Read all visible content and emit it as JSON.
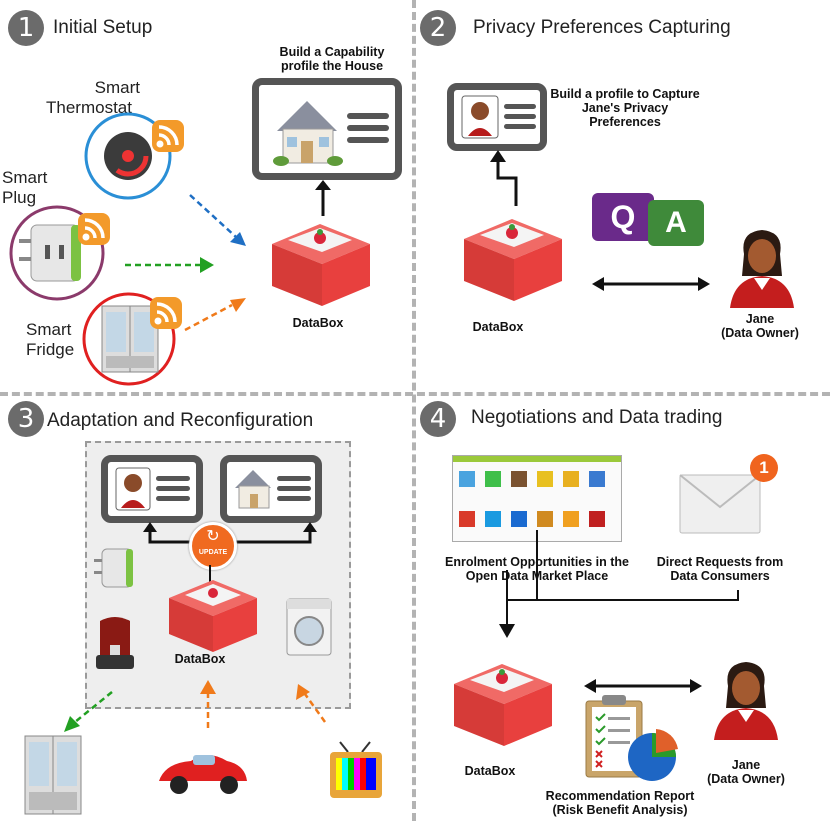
{
  "sections": [
    {
      "number": "1",
      "title": "Initial Setup"
    },
    {
      "number": "2",
      "title": "Privacy Preferences Capturing"
    },
    {
      "number": "3",
      "title": "Adaptation and Reconfiguration"
    },
    {
      "number": "4",
      "title": "Negotiations and Data trading"
    }
  ],
  "s1": {
    "capability_caption": "Build a Capability profile the House",
    "thermostat": "Smart Thermostat",
    "plug": "Smart Plug",
    "fridge": "Smart Fridge",
    "databox": "DataBox"
  },
  "s2": {
    "profile_caption": "Build a profile to Capture Jane's Privacy Preferences",
    "q_letter": "Q",
    "a_letter": "A",
    "databox": "DataBox",
    "jane": "Jane",
    "owner": "(Data Owner)"
  },
  "s3": {
    "update_badge": "UPDATE",
    "databox": "DataBox"
  },
  "s4": {
    "enrolment": "Enrolment Opportunities in the Open Data Market Place",
    "direct": "Direct Requests from Data Consumers",
    "mail_count": "1",
    "databox": "DataBox",
    "report": "Recommendation Report",
    "report_sub": "(Risk Benefit Analysis)",
    "jane": "Jane",
    "owner": "(Data Owner)"
  },
  "colors": {
    "blue_arrow": "#1f6fc4",
    "green_arrow": "#22a022",
    "orange_arrow": "#f07a1a",
    "databox_red": "#e8403e",
    "badge_gray": "#6b6b6b"
  }
}
